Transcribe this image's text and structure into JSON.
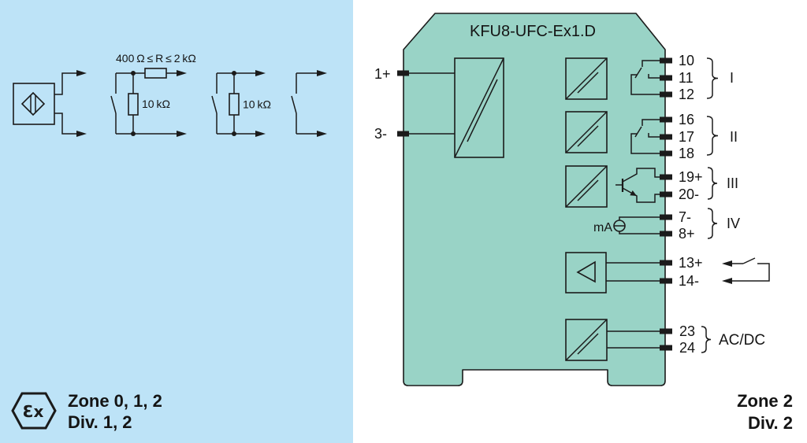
{
  "colors": {
    "hazardous_area": "#BDE3F7",
    "safe_area": "#FFFFFF",
    "device_body": "#99D3C6",
    "line": "#1B1B1B"
  },
  "hazardous_side": {
    "zone_label": "Zone 0, 1, 2",
    "division_label": "Div. 1, 2",
    "ex_mark": "Ɛx",
    "input_options": [
      {
        "icon": "proximity-sensor-icon"
      },
      {
        "icon": "switch-contact-icon",
        "series_resistor_label": "400 Ω ≤ R ≤ 2 kΩ",
        "parallel_resistor_label": "10 kΩ"
      },
      {
        "icon": "switch-contact-icon",
        "parallel_resistor_label": "10 kΩ"
      },
      {
        "icon": "switch-contact-icon"
      }
    ]
  },
  "device": {
    "model": "KFU8-UFC-Ex1.D",
    "input_terminals": [
      "1+",
      "3-"
    ],
    "outputs": [
      {
        "group": "I",
        "icon": "relay-contact-icon",
        "terminals": [
          "10",
          "11",
          "12"
        ]
      },
      {
        "group": "II",
        "icon": "relay-contact-icon",
        "terminals": [
          "16",
          "17",
          "18"
        ]
      },
      {
        "group": "III",
        "icon": "transistor-icon",
        "terminals": [
          "19+",
          "20-"
        ]
      },
      {
        "group": "IV",
        "icon": "current-source-icon",
        "unit_label": "mA",
        "terminals": [
          "7-",
          "8+"
        ]
      }
    ],
    "control_input": {
      "icon": "amplifier-triangle-icon",
      "external_icon": "switch-contact-icon",
      "terminals": [
        "13+",
        "14-"
      ]
    },
    "power_supply": {
      "label": "AC/DC",
      "terminals": [
        "23",
        "24"
      ]
    }
  },
  "safe_side": {
    "zone_label": "Zone 2",
    "division_label": "Div. 2"
  }
}
